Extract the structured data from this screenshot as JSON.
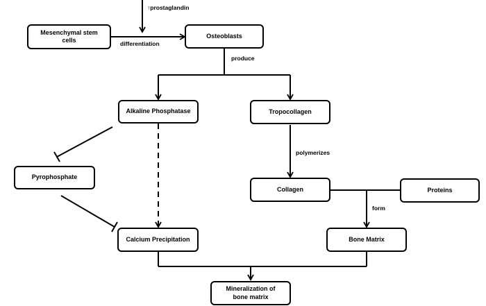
{
  "nodes": {
    "mesenchymal_stem_cells": "Mesenchymal stem cells",
    "osteoblasts": "Osteoblasts",
    "alkaline_phosphatase": "Alkaline Phosphatase",
    "tropocollagen": "Tropocollagen",
    "pyrophosphate": "Pyrophosphate",
    "collagen": "Collagen",
    "proteins": "Proteins",
    "calcium_precipitation": "Calcium Precipitation",
    "bone_matrix": "Bone Matrix",
    "mineralization": "Mineralization of bone matrix"
  },
  "edge_labels": {
    "prostaglandin": "↑prostaglandin",
    "differentiation": "differentiation",
    "produce": "produce",
    "polymerizes": "polymerizes",
    "form": "form"
  }
}
